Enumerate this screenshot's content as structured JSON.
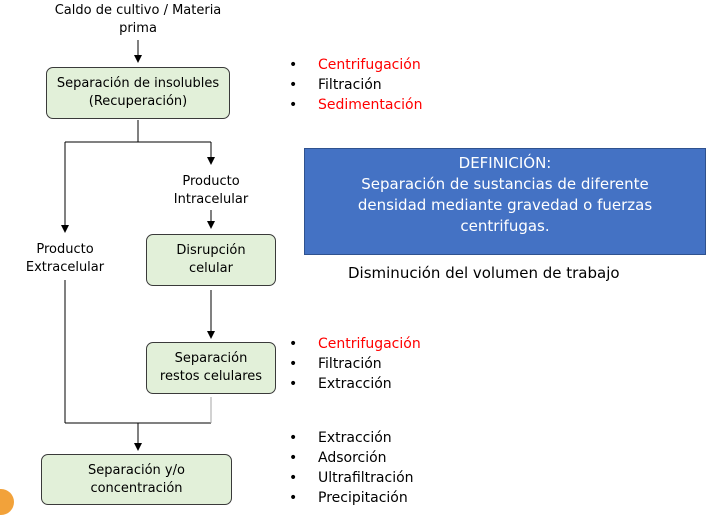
{
  "colors": {
    "box_fill": "#e2f0d9",
    "box_border": "#3a3a3a",
    "definition_fill": "#4472c4",
    "highlight_red": "#ff0000",
    "text": "#000000"
  },
  "flow": {
    "input_label": [
      "Caldo de cultivo / Materia",
      "prima"
    ],
    "box_insolubles": [
      "Separación de insolubles",
      "(Recuperación)"
    ],
    "label_intracelular": [
      "Producto",
      "Intracelular"
    ],
    "label_extracelular": [
      "Producto",
      "Extracelular"
    ],
    "box_disrupcion": [
      "Disrupción",
      "celular"
    ],
    "box_restos": [
      "Separación",
      "restos celulares"
    ],
    "box_concentracion": [
      "Separación y/o",
      "concentración"
    ]
  },
  "methods_insolubles": [
    {
      "text": "Centrifugación",
      "highlight": true
    },
    {
      "text": "Filtración",
      "highlight": false
    },
    {
      "text": "Sedimentación",
      "highlight": true
    }
  ],
  "methods_restos": [
    {
      "text": "Centrifugación",
      "highlight": true
    },
    {
      "text": "Filtración",
      "highlight": false
    },
    {
      "text": "Extracción",
      "highlight": false
    }
  ],
  "methods_concentracion": [
    {
      "text": "Extracción",
      "highlight": false
    },
    {
      "text": "Adsorción",
      "highlight": false
    },
    {
      "text": "Ultrafiltración",
      "highlight": false
    },
    {
      "text": "Precipitación",
      "highlight": false
    }
  ],
  "definition": {
    "title": "DEFINICIÓN:",
    "lines": [
      "Separación de sustancias de diferente",
      "densidad mediante gravedad o fuerzas",
      "centrifugas."
    ]
  },
  "note": "Disminución del volumen de trabajo",
  "bullet": "•"
}
